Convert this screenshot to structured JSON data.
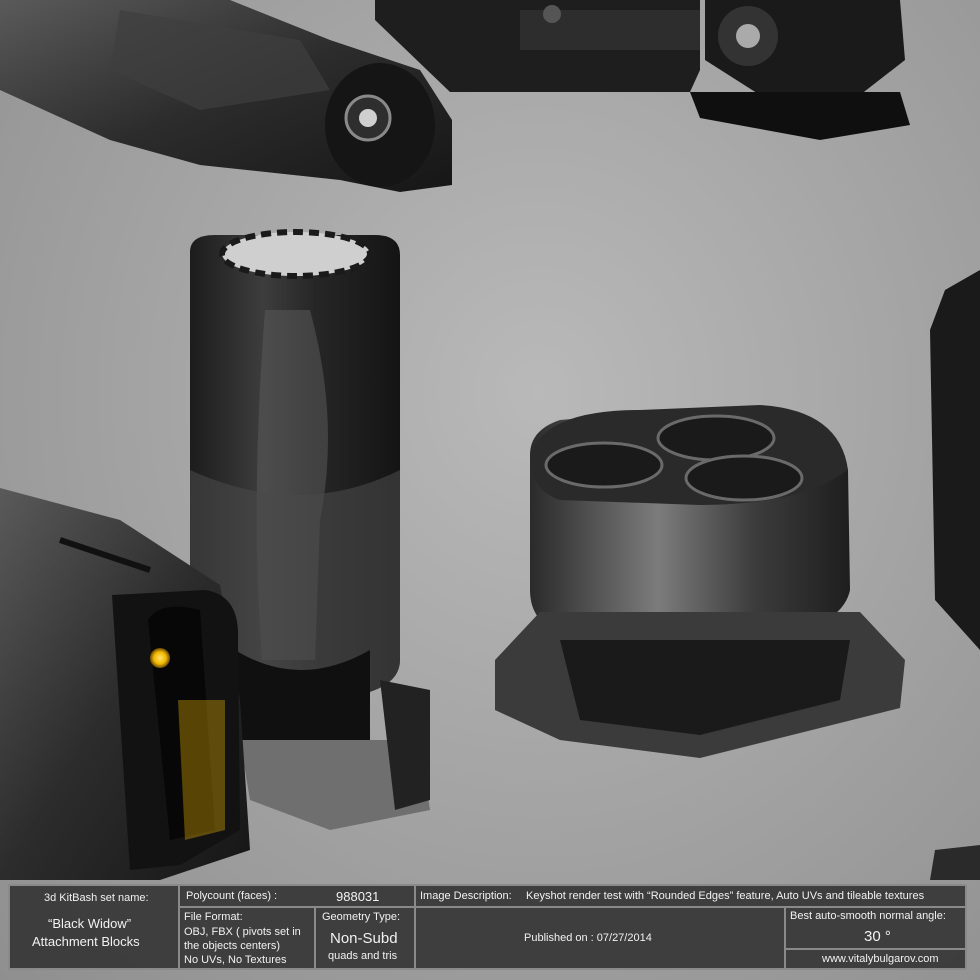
{
  "info_panel": {
    "set_name_label": "3d KitBash set name:",
    "set_name_line1": "“Black Widow”",
    "set_name_line2": "Attachment Blocks",
    "polycount_label": "Polycount (faces) :",
    "polycount_value": "988031",
    "file_format_label": "File Format:",
    "file_format_line1": "OBJ, FBX ( pivots set in",
    "file_format_line2": "the objects centers)",
    "file_format_line3": "No UVs, No Textures",
    "geometry_label": "Geometry Type:",
    "geometry_value": "Non-Subd",
    "geometry_sub": "quads and tris",
    "description_label": "Image Description:",
    "description_text": "Keyshot render test with “Rounded Edges” feature, Auto UVs and tileable textures",
    "published": "Published on : 07/27/2014",
    "smooth_label": "Best auto-smooth normal angle:",
    "smooth_value": "30 °",
    "website": "www.vitalybulgarov.com"
  },
  "colors": {
    "background": "#a6a6a6",
    "panel": "#373737",
    "panel_border": "#8a8a8a",
    "metal_dark": "#1f1f1f",
    "glow": "#f2b800"
  }
}
